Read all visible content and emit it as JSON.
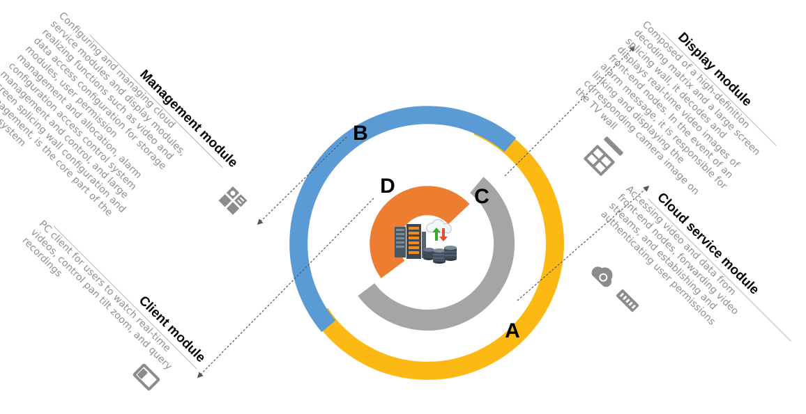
{
  "colors": {
    "ring_a": "#FCB813",
    "ring_b": "#5B9BD5",
    "ring_c": "#A5A5A5",
    "ring_d": "#ED7D31",
    "arrow": "#555555",
    "icon": "#8c8c8c",
    "title_text": "#000000",
    "desc_text": "#8f8f8f"
  },
  "center_icon": "server-cloud-sync-icon",
  "rings": {
    "a": {
      "letter": "A"
    },
    "b": {
      "letter": "B"
    },
    "c": {
      "letter": "C"
    },
    "d": {
      "letter": "D"
    }
  },
  "modules": {
    "management": {
      "title": "Management module",
      "description": "Configuring and managing cloud service modules and display modules, realizing functions such as video and data access configuration for storage modules, user permission management and allocation, alarm configuration access control system management and control, and large screen splicing wall configuration and management, is the core part of the entire system",
      "icon": "grid-settings-icon"
    },
    "display": {
      "title": "Display module",
      "description": "Composed of a high-definition decoding matrix and a large screen splicing wall, it decodes and displays real-time video images of front-end nodes. In the event of an alarm message, it is responsible for linking and displaying the corresponding camera image on the TV wall",
      "icon": "video-wall-icon"
    },
    "client": {
      "title": "Client module",
      "description": "PC client for users to watch real-time videos, control pan tilt zoom, and query recordings",
      "icon": "pc-client-icon"
    },
    "cloud": {
      "title": "Cloud service module",
      "description": "Accessing video and data from front-end nodes, forwarding video streams, and establishing and authenticating user permissions",
      "icon": "cloud-sync-icon"
    }
  }
}
